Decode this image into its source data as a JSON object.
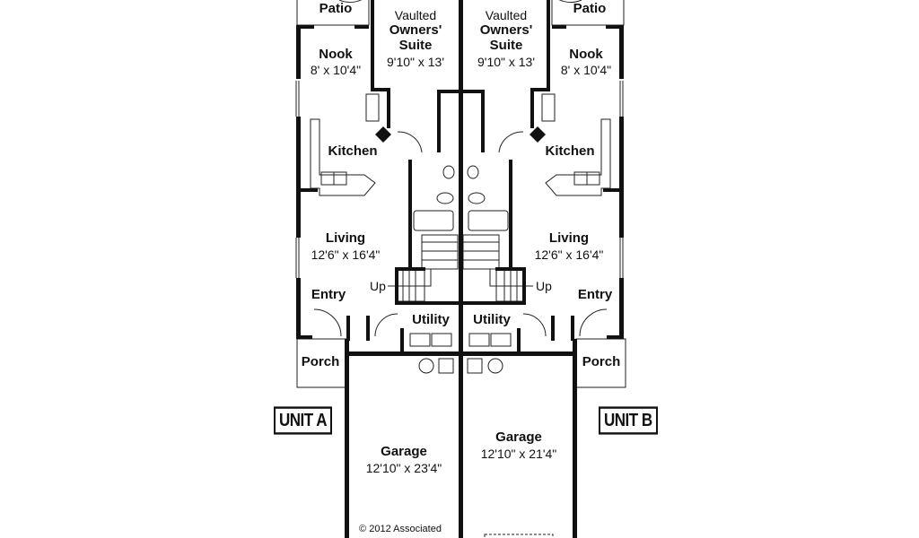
{
  "title": "Duplex floor plan",
  "unit_a": {
    "unit_label": "UNIT A",
    "patio": "Patio",
    "owners_suite": {
      "line1": "Vaulted",
      "line2": "Owners'",
      "line3": "Suite",
      "size": "9'10\" x 13'"
    },
    "nook": {
      "name": "Nook",
      "size": "8' x 10'4\""
    },
    "kitchen": "Kitchen",
    "living": {
      "name": "Living",
      "size": "12'6\" x 16'4\""
    },
    "stairs": "Up",
    "entry": "Entry",
    "utility": "Utility",
    "porch": "Porch",
    "garage": {
      "name": "Garage",
      "size": "12'10\" x 23'4\""
    }
  },
  "unit_b": {
    "unit_label": "UNIT B",
    "patio": "Patio",
    "owners_suite": {
      "line1": "Vaulted",
      "line2": "Owners'",
      "line3": "Suite",
      "size": "9'10\" x 13'"
    },
    "nook": {
      "name": "Nook",
      "size": "8' x 10'4\""
    },
    "kitchen": "Kitchen",
    "living": {
      "name": "Living",
      "size": "12'6\" x 16'4\""
    },
    "stairs": "Up",
    "entry": "Entry",
    "utility": "Utility",
    "porch": "Porch",
    "garage": {
      "name": "Garage",
      "size": "12'10\" x 21'4\""
    }
  },
  "copyright": "© 2012 Associated"
}
